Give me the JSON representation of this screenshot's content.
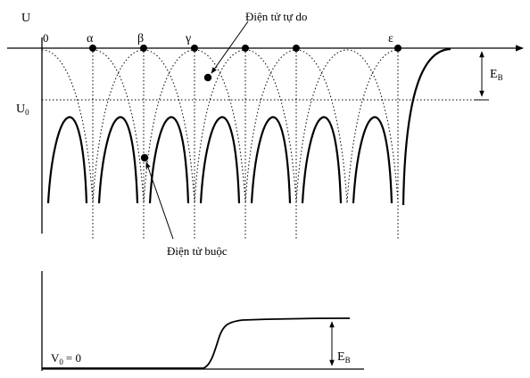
{
  "top_diagram": {
    "y_axis_label": "U",
    "origin_label": "0",
    "level_label": "U",
    "level_subscript": "0",
    "site_labels": [
      "α",
      "β",
      "γ",
      "ε"
    ],
    "energy_label": "E",
    "energy_subscript": "B",
    "annotations": {
      "free_electron": "Điện tử tự do",
      "bound_electron": "Điện tử buộc"
    }
  },
  "bottom_diagram": {
    "baseline_label": "V",
    "baseline_subscript": "0",
    "baseline_value": "= 0",
    "energy_label": "E",
    "energy_subscript": "B"
  }
}
